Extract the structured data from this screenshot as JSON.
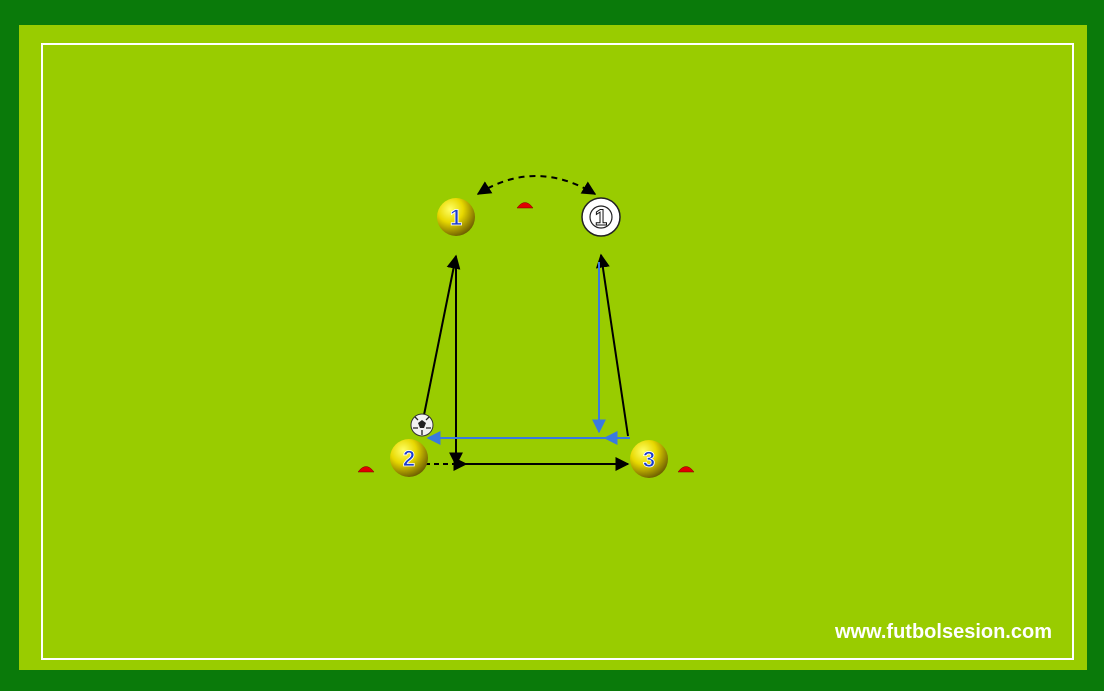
{
  "field": {
    "outer_color": "#0a7a0a",
    "grass_color": "#99cc00",
    "line_color": "#ffffff"
  },
  "players": [
    {
      "id": "player-1-yellow",
      "label": "1",
      "style": "yellow-ball"
    },
    {
      "id": "player-1-white",
      "label": "1",
      "style": "white-circle"
    },
    {
      "id": "player-2",
      "label": "2",
      "style": "yellow-ball"
    },
    {
      "id": "player-3",
      "label": "3",
      "style": "yellow-ball"
    }
  ],
  "colors": {
    "player_yellow": "#e8d800",
    "player_number": "#1a3ccc",
    "cone": "#e00000",
    "arrow_black": "#000000",
    "arrow_blue": "#3a7ae0"
  },
  "icons": [
    "soccer-ball-icon",
    "cone-icon"
  ],
  "watermark": "www.futbolsesion.com"
}
